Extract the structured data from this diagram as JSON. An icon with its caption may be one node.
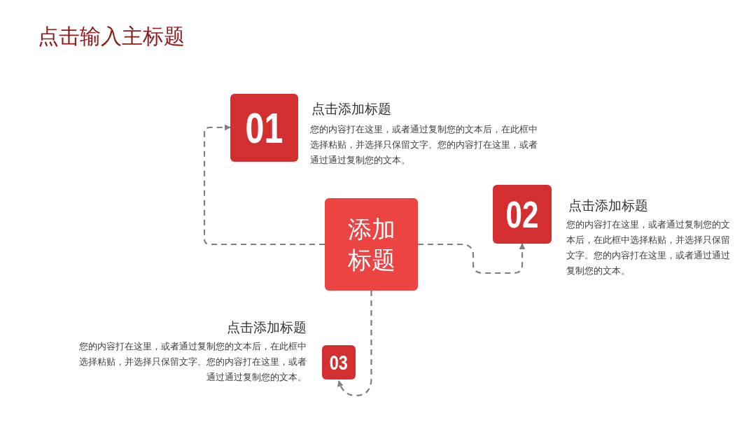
{
  "diagram": {
    "title": "点击输入主标题",
    "nodes": [
      {
        "text": [
          "添加标题"
        ]
      },
      {
        "text": [
          "01"
        ],
        "beside": [
          "点击添加标题",
          "您的内容打在这里，或者通过复制您的文本后，在此框中选择粘贴，并选择只保留文字。您的内容打在这里，或者通过通过复制您的文本。"
        ]
      },
      {
        "text": [
          "02"
        ],
        "beside": [
          "点击添加标题",
          "您的内容打在这里，或者通过复制您的文本后，在此框中选择粘贴，并选择只保留文字。您的内容打在这里，或者通过通过复制您的文本。"
        ]
      },
      {
        "text": [
          "03"
        ],
        "beside": [
          "点击添加标题",
          "您的内容打在这里，或者通过复制您的文本后，在此框中选择粘贴，并选择只保留文字。您的内容打在这里，或者通过通过复制您的文本。"
        ]
      }
    ],
    "edges": [
      {
        "from": 0,
        "to": 1,
        "arrow": "to",
        "style": "dashed"
      },
      {
        "from": 0,
        "to": 2,
        "arrow": "to",
        "style": "dashed"
      },
      {
        "from": 0,
        "to": 3,
        "arrow": "to",
        "style": "dashed"
      }
    ]
  }
}
